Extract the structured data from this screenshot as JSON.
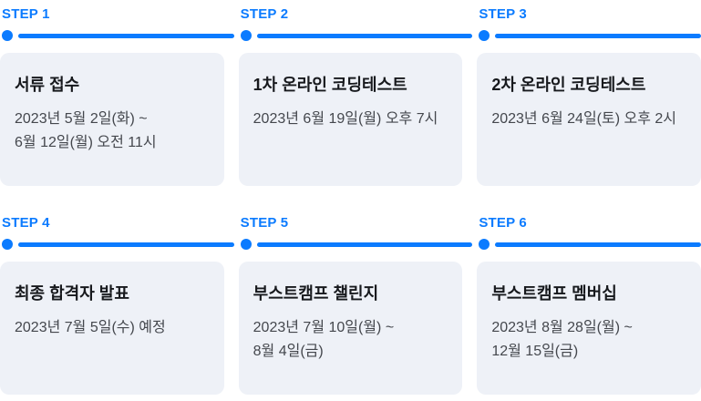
{
  "theme": {
    "accent": "#0b7bff",
    "card_bg": "#eef1f7",
    "title_color": "#17191d",
    "date_color": "#44474d"
  },
  "steps": [
    {
      "label": "STEP 1",
      "title": "서류 접수",
      "dates": "2023년 5월 2일(화) ~\n6월 12일(월) 오전 11시"
    },
    {
      "label": "STEP 2",
      "title": "1차 온라인 코딩테스트",
      "dates": "2023년 6월 19일(월) 오후 7시"
    },
    {
      "label": "STEP 3",
      "title": "2차 온라인 코딩테스트",
      "dates": "2023년 6월 24일(토) 오후 2시"
    },
    {
      "label": "STEP 4",
      "title": "최종 합격자 발표",
      "dates": "2023년 7월 5일(수) 예정"
    },
    {
      "label": "STEP 5",
      "title": "부스트캠프 챌린지",
      "dates": "2023년 7월 10일(월) ~\n8월 4일(금)"
    },
    {
      "label": "STEP 6",
      "title": "부스트캠프 멤버십",
      "dates": "2023년 8월 28일(월) ~\n12월 15일(금)"
    }
  ]
}
